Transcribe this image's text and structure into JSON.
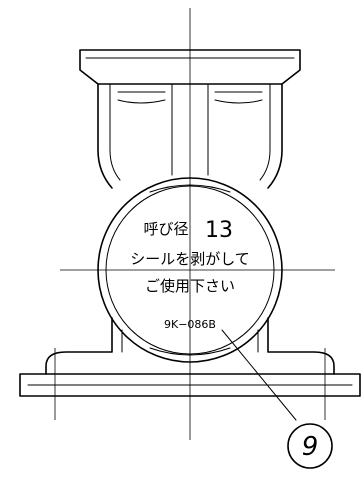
{
  "label": {
    "nominal_caption": "呼び径",
    "nominal_size": "13",
    "instruction_line1": "シールを剥がして",
    "instruction_line2": "ご使用下さい",
    "part_code": "9K−086B"
  },
  "callout": {
    "number": "9"
  }
}
